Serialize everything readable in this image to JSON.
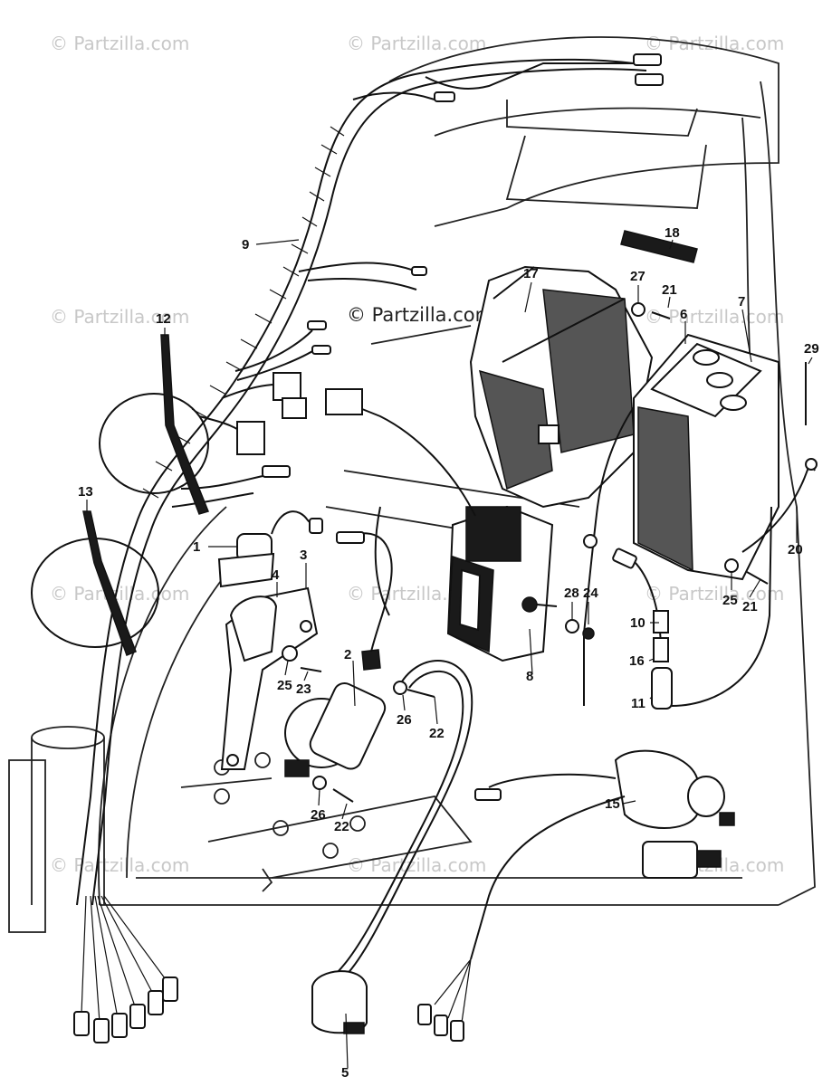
{
  "watermark": {
    "text": "© Partzilla.com",
    "center_text": "© Partzilla.com"
  },
  "callouts": [
    {
      "id": "c1",
      "label": "1"
    },
    {
      "id": "c2",
      "label": "2"
    },
    {
      "id": "c3",
      "label": "3"
    },
    {
      "id": "c4",
      "label": "4"
    },
    {
      "id": "c5",
      "label": "5"
    },
    {
      "id": "c6",
      "label": "6"
    },
    {
      "id": "c7",
      "label": "7"
    },
    {
      "id": "c8",
      "label": "8"
    },
    {
      "id": "c9",
      "label": "9"
    },
    {
      "id": "c10",
      "label": "10"
    },
    {
      "id": "c11",
      "label": "11"
    },
    {
      "id": "c12",
      "label": "12"
    },
    {
      "id": "c13",
      "label": "13"
    },
    {
      "id": "c15",
      "label": "15"
    },
    {
      "id": "c16",
      "label": "16"
    },
    {
      "id": "c17",
      "label": "17"
    },
    {
      "id": "c18",
      "label": "18"
    },
    {
      "id": "c20",
      "label": "20"
    },
    {
      "id": "c21a",
      "label": "21"
    },
    {
      "id": "c21b",
      "label": "21"
    },
    {
      "id": "c22a",
      "label": "22"
    },
    {
      "id": "c22b",
      "label": "22"
    },
    {
      "id": "c23",
      "label": "23"
    },
    {
      "id": "c24",
      "label": "24"
    },
    {
      "id": "c25a",
      "label": "25"
    },
    {
      "id": "c25b",
      "label": "25"
    },
    {
      "id": "c26a",
      "label": "26"
    },
    {
      "id": "c26b",
      "label": "26"
    },
    {
      "id": "c27",
      "label": "27"
    },
    {
      "id": "c28",
      "label": "28"
    },
    {
      "id": "c29",
      "label": "29"
    }
  ]
}
